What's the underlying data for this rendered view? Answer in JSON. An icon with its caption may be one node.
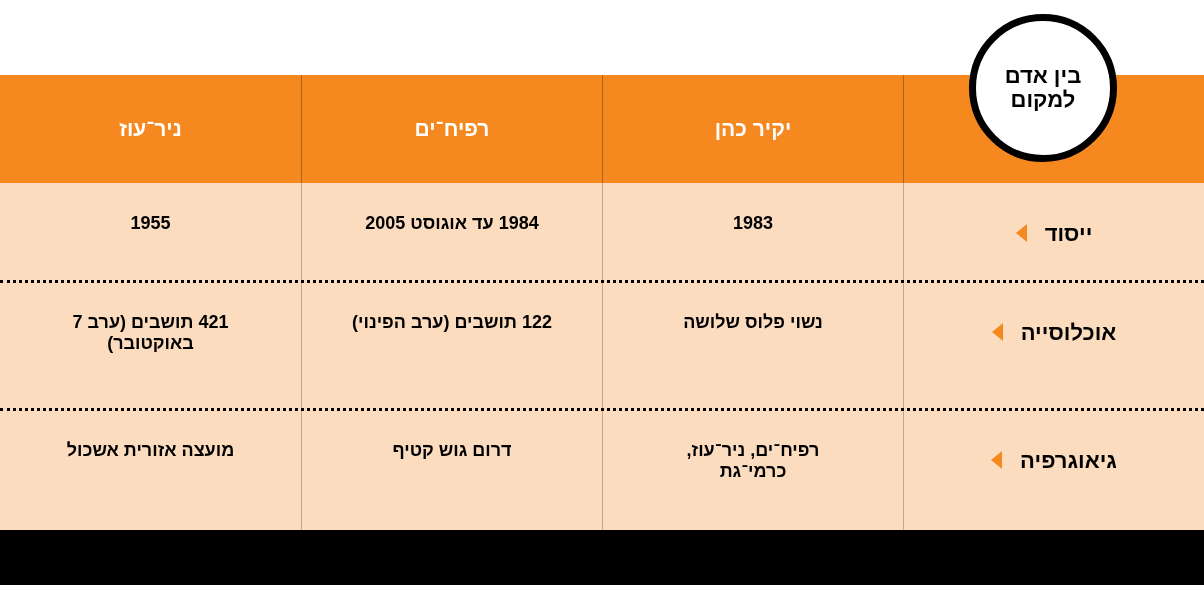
{
  "diagram": {
    "nodes": [
      {
        "text": [
          "בין אדם למקום"
        ]
      }
    ],
    "labels": [
      "יקיר כהן",
      "רפיח־ים",
      "ניר־עוז",
      "ייסוד",
      "1983",
      "1984 עד אוגוסט 2005",
      "1955",
      "אוכלוסייה",
      "נשוי פלוס שלושה",
      "122 תושבים (ערב הפינוי)",
      "421 תושבים (ערב 7 באוקטובר)",
      "גיאוגרפיה",
      "רפיח־ים, ניר־עוז, כרמי־גת",
      "דרום גוש קטיף",
      "מועצה אזורית אשכול"
    ]
  }
}
